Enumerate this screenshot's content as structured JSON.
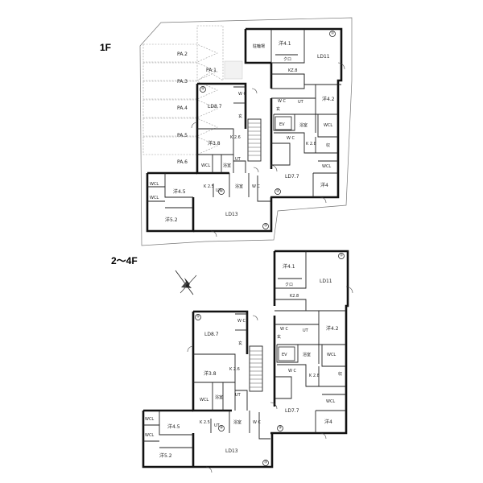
{
  "floors": [
    {
      "title": "1F",
      "rooms": [
        "駐輪場",
        "洋4.1",
        "クロ",
        "LD11",
        "KZ.8",
        "洋4.2",
        "WCL",
        "浴室",
        "EV",
        "K 2.8",
        "UT",
        "WCL",
        "洋4",
        "LD7.7",
        "LD8.7",
        "K 2.6",
        "洋3.8",
        "WCL",
        "UT",
        "浴室",
        "K 2.5",
        "UT",
        "浴室",
        "洋4.5",
        "WCL",
        "WCL",
        "洋5.2",
        "LD13"
      ],
      "parking": [
        "PA.2",
        "PA.3",
        "PA.4",
        "PA.5",
        "PA.6",
        "PA.1"
      ],
      "unit_numbers": [
        "①",
        "②",
        "③",
        "④",
        "⑤"
      ]
    },
    {
      "title": "2〜4F",
      "rooms": [
        "洋4.1",
        "クロ",
        "LD11",
        "K2.8",
        "洋4.2",
        "WCL",
        "浴室",
        "EV",
        "K 2.8",
        "UT",
        "WCL",
        "洋4",
        "LD7.7",
        "LD8.7",
        "K 2.6",
        "洋3.8",
        "WCL",
        "浴室",
        "UT",
        "K 2.5",
        "UT",
        "浴室",
        "WCL",
        "WCL",
        "洋4.5",
        "洋5.2",
        "LD13"
      ],
      "unit_numbers": [
        "①",
        "②",
        "③",
        "④",
        "⑤"
      ]
    }
  ],
  "small_marks": {
    "wc": "W C",
    "entrance": "玄",
    "storage": "収"
  }
}
